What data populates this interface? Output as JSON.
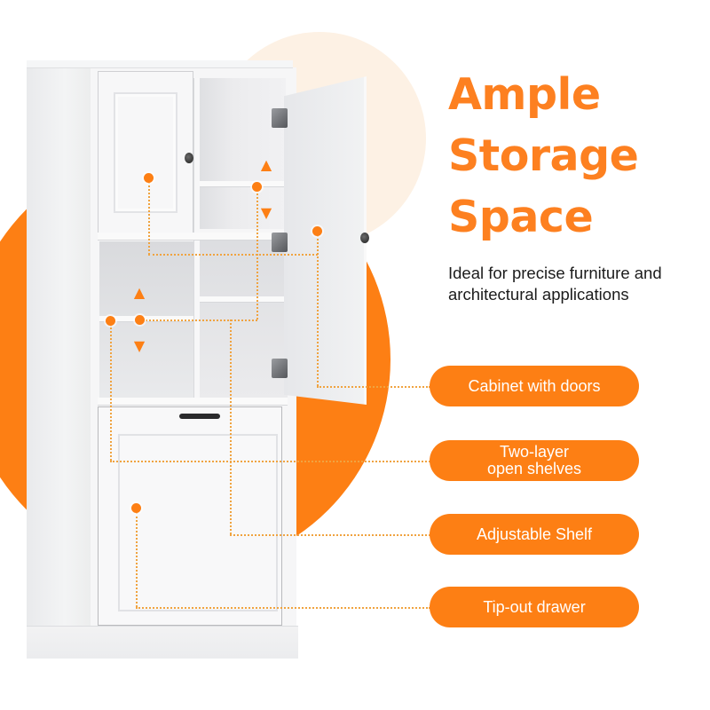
{
  "headline": {
    "line1": "Ample",
    "line2": "Storage",
    "line3": "Space"
  },
  "subtext": "Ideal for precise furniture and architectural applications",
  "features": [
    {
      "label": "Cabinet with doors"
    },
    {
      "label_line1": "Two-layer",
      "label_line2": "open shelves"
    },
    {
      "label": "Adjustable Shelf"
    },
    {
      "label": "Tip-out drawer"
    }
  ],
  "product": {
    "name": "white tall storage cabinet",
    "icons": [
      "up-down-arrow-icon",
      "up-down-arrow-icon",
      "callout-dot-icon"
    ]
  },
  "colors": {
    "accent": "#fd7f14",
    "headline": "#fd8020",
    "peach": "#fdf1e4",
    "connector": "#f0a340",
    "body_text": "#1c1c1c",
    "pill_text": "#ffffff"
  }
}
